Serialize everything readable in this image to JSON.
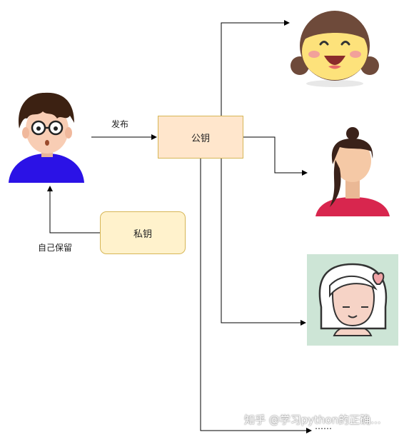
{
  "nodes": {
    "public_key": "公钥",
    "private_key": "私钥"
  },
  "labels": {
    "publish": "发布",
    "keep_self": "自己保留",
    "more": "……"
  },
  "watermark": "知乎 @学习python的正确...",
  "colors": {
    "public_key_fill": "#ffe6cc",
    "private_key_fill": "#fff2cc",
    "node_border": "#d6b656",
    "avatar_bg_mint": "#cde5d6",
    "boy_shirt": "#2b12e6",
    "girl2_top": "#d8264e"
  },
  "icons": [
    "boy-avatar-icon",
    "girl-pigtails-avatar-icon",
    "girl-bun-avatar-icon",
    "girl-white-hair-avatar-icon"
  ]
}
